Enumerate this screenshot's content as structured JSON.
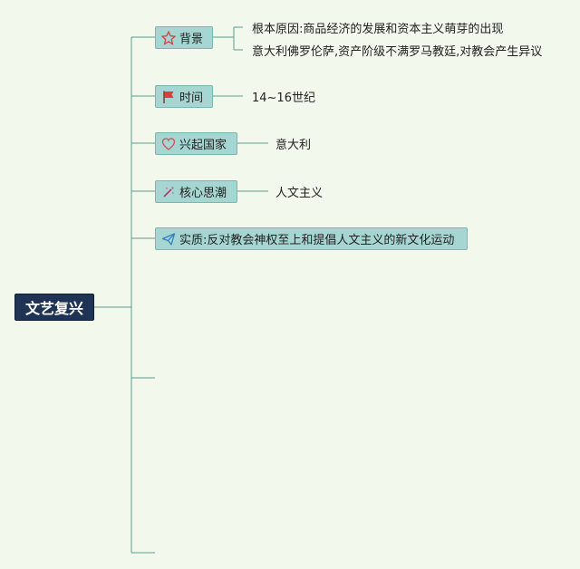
{
  "root": {
    "label": "文艺复兴"
  },
  "branches": [
    {
      "label": "背景",
      "icon": "star-icon",
      "details": [
        "根本原因:商品经济的发展和资本主义萌芽的出现",
        "意大利佛罗伦萨,资产阶级不满罗马教廷,对教会产生异议"
      ]
    },
    {
      "label": "时间",
      "icon": "flag-icon",
      "details": [
        "14~16世纪"
      ]
    },
    {
      "label": "兴起国家",
      "icon": "heart-icon",
      "details": [
        "意大利"
      ]
    },
    {
      "label": "核心思潮",
      "icon": "wand-icon",
      "details": [
        "人文主义"
      ]
    },
    {
      "label": "实质:反对教会神权至上和提倡人文主义的新文化运动",
      "icon": "send-icon",
      "details": []
    }
  ],
  "colors": {
    "background": "#f2f8ec",
    "root_fill": "#1f3454",
    "branch_fill": "#a5d6d1",
    "connector": "#5f9c8e"
  }
}
